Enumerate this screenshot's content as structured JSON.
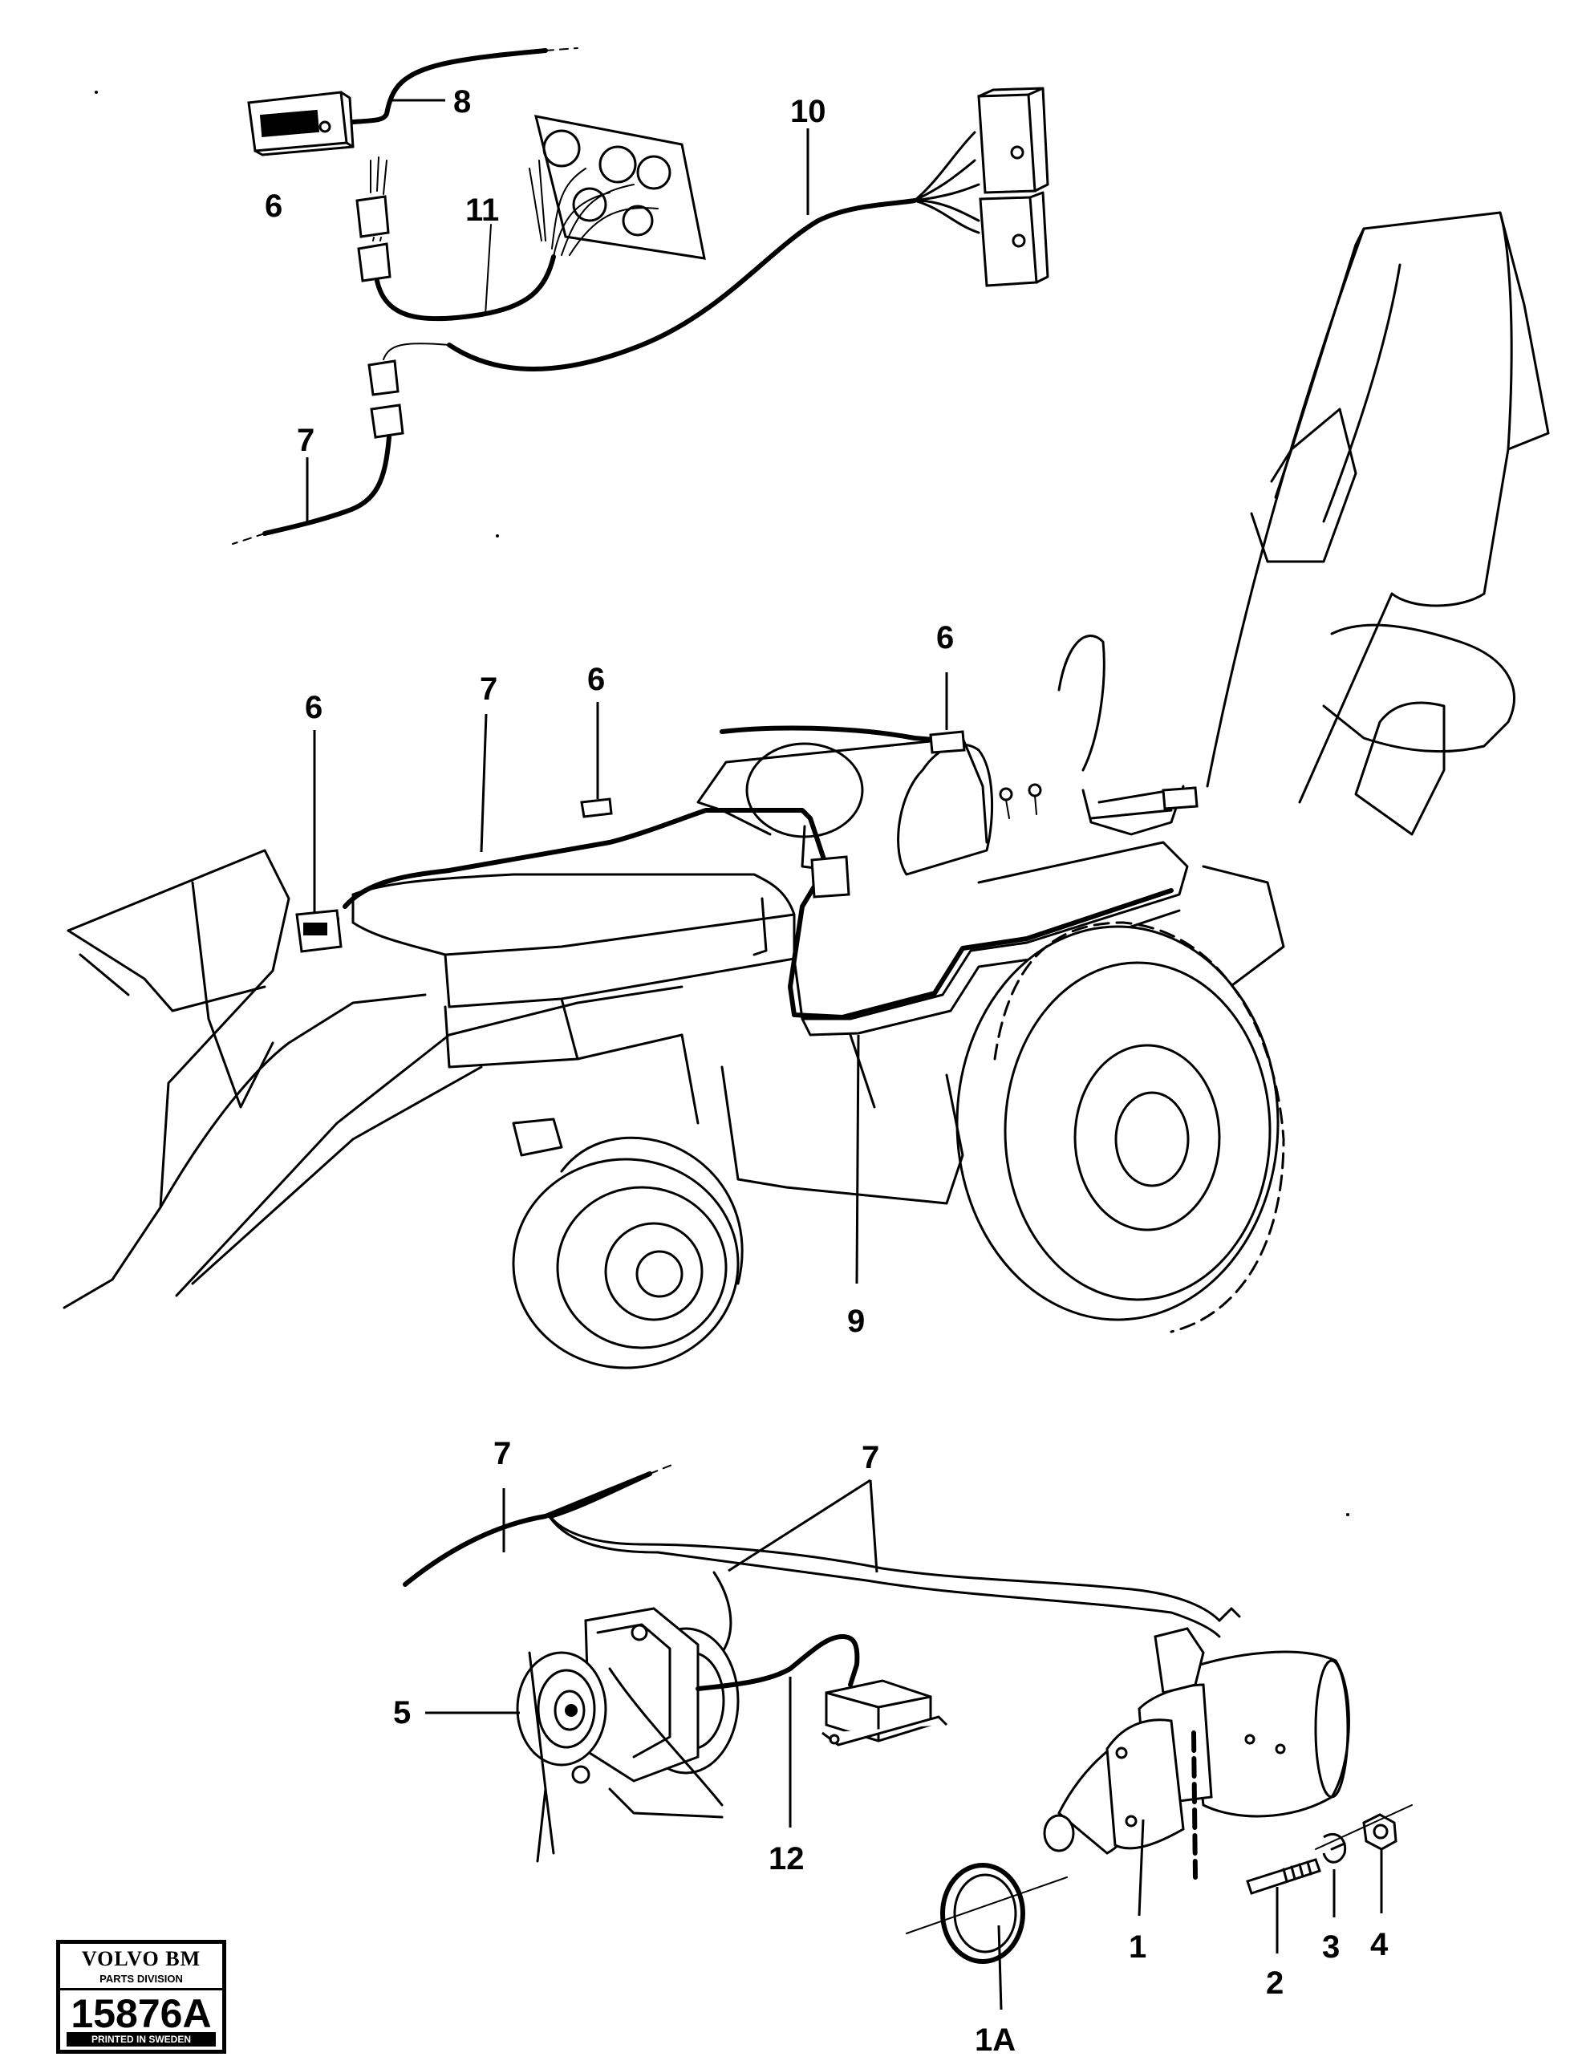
{
  "labels": {
    "l8": "8",
    "l10": "10",
    "l6a": "6",
    "l11": "11",
    "l7a": "7",
    "l6b": "6",
    "l7b": "7",
    "l6c": "6",
    "l6d": "6",
    "l9": "9",
    "l7c": "7",
    "l7d": "7",
    "l5": "5",
    "l12": "12",
    "l1": "1",
    "l2": "2",
    "l3": "3",
    "l4": "4",
    "l1a": "1A"
  },
  "stamp": {
    "brand": "VOLVO BM",
    "division": "PARTS DIVISION",
    "code": "15876A",
    "origin": "PRINTED IN SWEDEN"
  }
}
